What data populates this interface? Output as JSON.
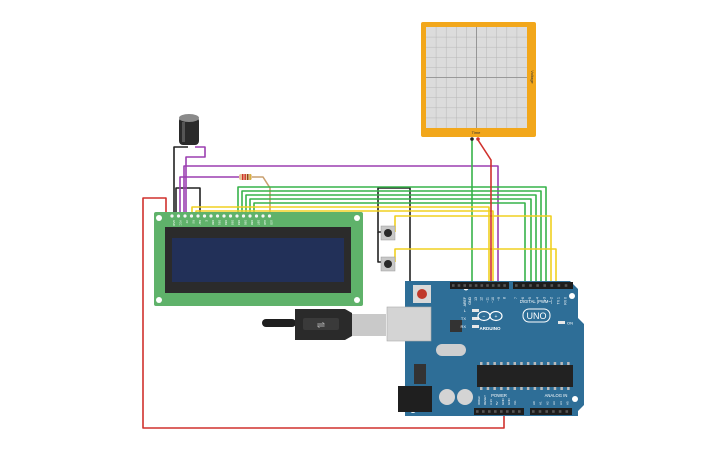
{
  "oscilloscope": {
    "vertical_label": "Voltage",
    "time_label": "Time"
  },
  "lcd": {
    "pin_labels": [
      "GND",
      "VCC",
      "V0",
      "RS",
      "RW",
      "E",
      "DB0",
      "DB1",
      "DB2",
      "DB3",
      "DB4",
      "DB5",
      "DB6",
      "DB7",
      "LED",
      "LED"
    ]
  },
  "arduino": {
    "brand": "ARDUINO",
    "model": "UNO",
    "digital_header": "DIGITAL (PWM~)",
    "power_header": "POWER",
    "analog_header": "ANALOG IN",
    "aref": "AREF",
    "gnd": "GND",
    "digital_pins": [
      "13",
      "12",
      "~11",
      "~10",
      "~9",
      "8",
      "7",
      "~6",
      "~5",
      "4",
      "~3",
      "2",
      "TX 1",
      "RX 0"
    ],
    "led_labels": [
      "L",
      "TX",
      "RX"
    ],
    "on_label": "ON",
    "power_pins": [
      "IOREF",
      "RESET",
      "3.3V",
      "5V",
      "GND",
      "GND",
      "Vin"
    ],
    "analog_pins": [
      "A0",
      "A1",
      "A2",
      "A3",
      "A4",
      "A5"
    ]
  },
  "colors": {
    "board": "#2e6e97",
    "lcd_pcb": "#5fb26a",
    "lcd_screen": "#223058",
    "oscilloscope_frame": "#f2a71b",
    "wire_red": "#d0312d",
    "wire_green": "#37b34a",
    "wire_yellow": "#f0d020",
    "wire_purple": "#9b3fb0",
    "wire_black": "#222222",
    "wire_orange": "#e08a20"
  }
}
